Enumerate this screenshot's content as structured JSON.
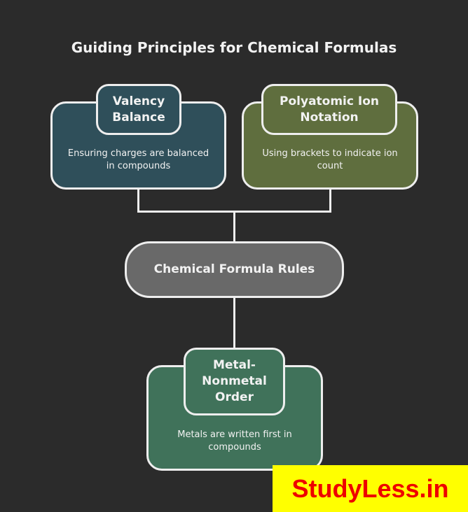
{
  "title": "Guiding Principles for Chemical Formulas",
  "center": {
    "label": "Chemical Formula Rules",
    "color": "#696969"
  },
  "nodes": [
    {
      "title": "Valency Balance",
      "desc": "Ensuring charges are balanced in compounds",
      "color": "#2f4f5a"
    },
    {
      "title": "Polyatomic Ion Notation",
      "desc": "Using brackets to indicate ion count",
      "color": "#5f6e3e"
    },
    {
      "title": "Metal-Nonmetal Order",
      "desc": "Metals are written first in compounds",
      "color": "#40725a"
    }
  ],
  "watermark": "StudyLess.in"
}
